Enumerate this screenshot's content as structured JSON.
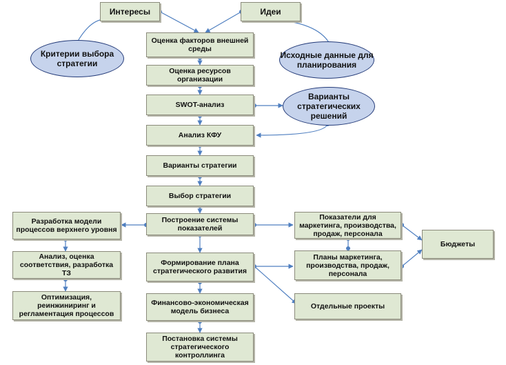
{
  "nodes": {
    "interests": "Интересы",
    "ideas": "Идеи",
    "criteria": "Критерии выбора стратегии",
    "initial_data": "Исходные данные для планирования",
    "external_factors": "Оценка факторов внешней среды",
    "resources": "Оценка ресурсов организации",
    "swot": "SWOT-анализ",
    "variants_solutions": "Варианты стратегических решений",
    "kfu": "Анализ КФУ",
    "strategy_variants": "Варианты стратегии",
    "strategy_choice": "Выбор стратегии",
    "indicator_system": "Построение системы показателей",
    "dev_plan": "Формирование плана стратегического развития",
    "fin_model": "Финансово-экономическая модель бизнеса",
    "controlling": "Постановка системы стратегического контроллинга",
    "top_model": "Разработка модели процессов верхнего уровня",
    "analysis_tz": "Анализ, оценка соответствия, разработка ТЗ",
    "optimization": "Оптимизация, реинжиниринг и регламентация процессов",
    "indicators_dept": "Показатели для маркетинга, производства, продаж, персонала",
    "plans_dept": "Планы маркетинга, производства, продаж, персонала",
    "separate_projects": "Отдельные проекты",
    "budgets": "Бюджеты"
  },
  "colors": {
    "box_fill": "#dfe8d3",
    "ellipse_fill": "#c6d3ec",
    "connector": "#4f7fc0",
    "ellipse_border": "#233a78"
  }
}
